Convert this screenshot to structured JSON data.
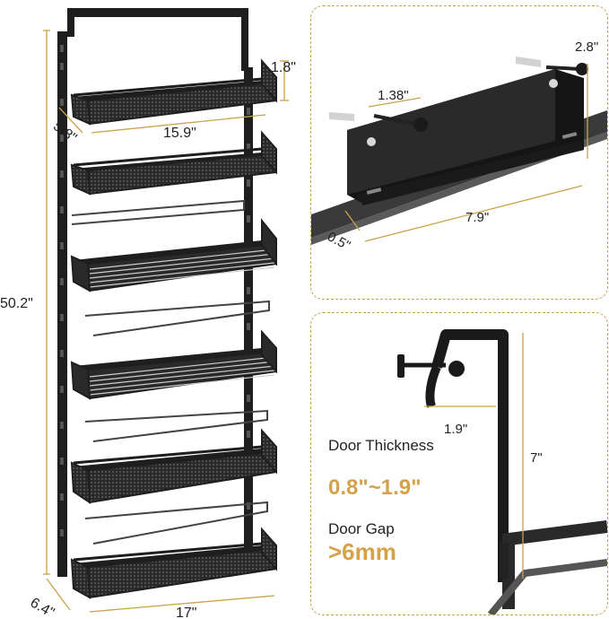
{
  "dimensions": {
    "total_height": "50.2\"",
    "basket_height": "1.8\"",
    "basket_depth": "5.8\"",
    "basket_width": "15.9\"",
    "base_width": "17\"",
    "base_depth": "6.4\""
  },
  "wall_mount": {
    "plate_height": "2.8\"",
    "screw_spacing": "1.38\"",
    "plate_length": "7.9\"",
    "plate_lip": "0.5\""
  },
  "door_hook": {
    "hook_width": "1.9\"",
    "hook_height": "7\"",
    "door_thickness_label": "Door Thickness",
    "door_thickness_value": "0.8\"~1.9\"",
    "door_gap_label": "Door Gap",
    "door_gap_value": ">6mm"
  },
  "colors": {
    "accent": "#d5a24a",
    "dashed_border": "#c9a24a",
    "product": "#1e1e1e"
  }
}
